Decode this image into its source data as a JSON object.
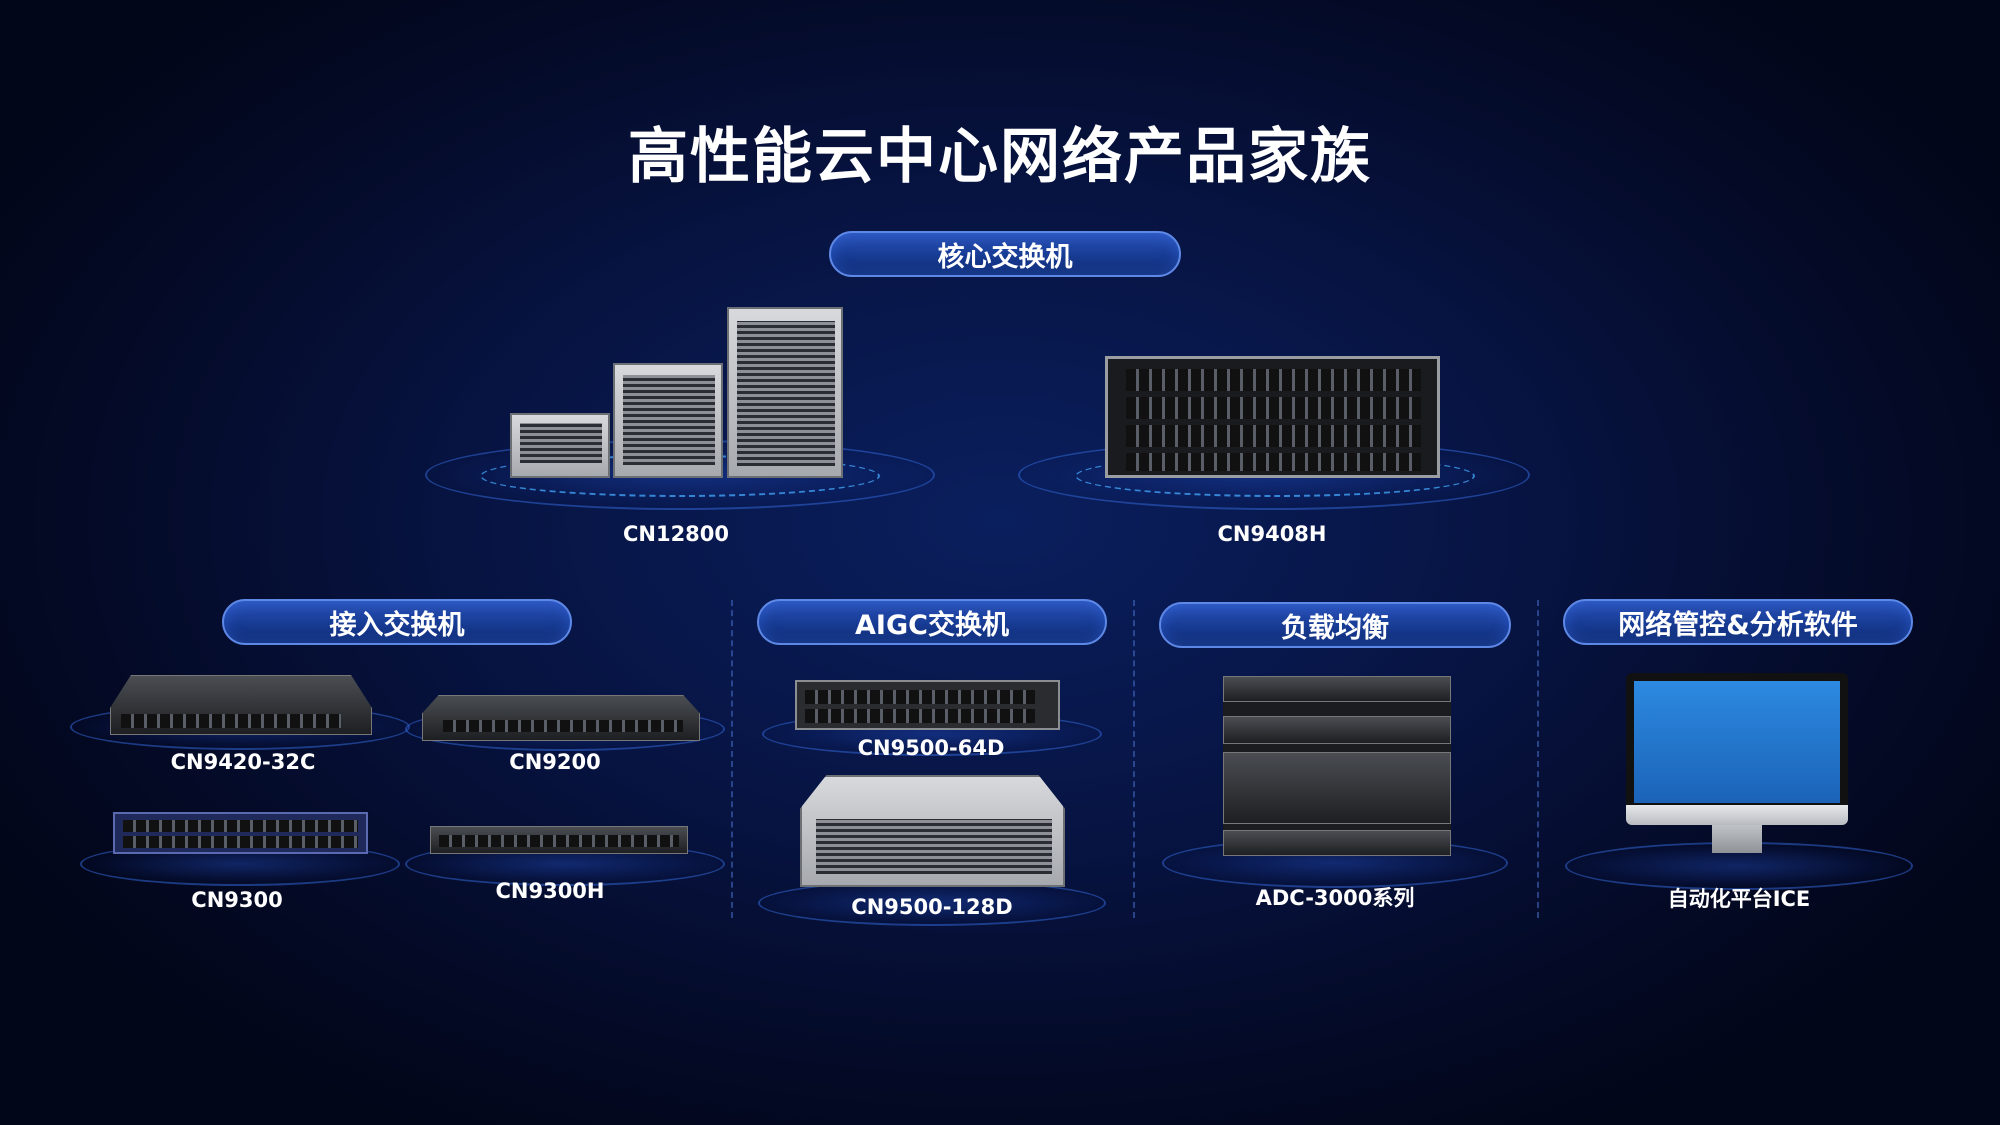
{
  "title": "高性能云中心网络产品家族",
  "sections": {
    "core": {
      "label": "核心交换机",
      "products": [
        "CN12800",
        "CN9408H"
      ]
    },
    "access": {
      "label": "接入交换机",
      "products": [
        "CN9420-32C",
        "CN9200",
        "CN9300",
        "CN9300H"
      ]
    },
    "aigc": {
      "label": "AIGC交换机",
      "products": [
        "CN9500-64D",
        "CN9500-128D"
      ]
    },
    "lb": {
      "label": "负载均衡",
      "products": [
        "ADC-3000系列"
      ]
    },
    "mgmt": {
      "label": "网络管控&分析软件",
      "products": [
        "自动化平台ICE"
      ]
    }
  },
  "colors": {
    "background": "#071443",
    "pill": "#1a3f99",
    "pill_border": "#5d88e6",
    "ring": "#46aaff"
  }
}
